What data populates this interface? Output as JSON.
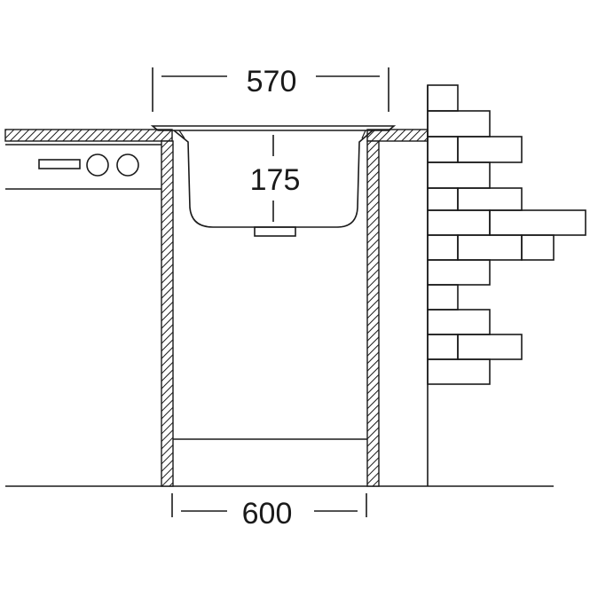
{
  "dimensions": {
    "top_width": "570",
    "depth": "175",
    "bottom_width": "600"
  }
}
